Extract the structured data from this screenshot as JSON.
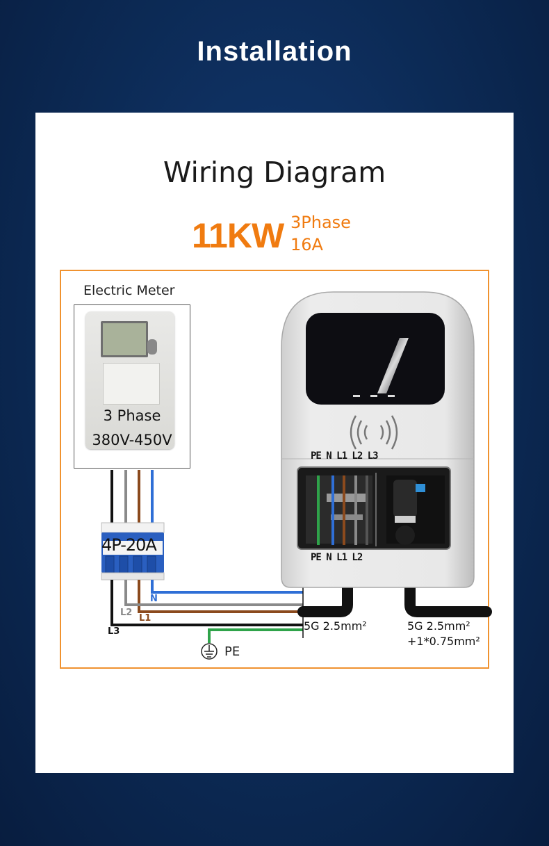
{
  "header": {
    "title": "Installation"
  },
  "diagram": {
    "title": "Wiring Diagram",
    "power": {
      "rating": "11KW",
      "phase": "3Phase",
      "current": "16A"
    },
    "meter": {
      "label": "Electric Meter",
      "phase": "3 Phase",
      "voltage": "380V-450V"
    },
    "breaker": {
      "label": "4P-20A"
    },
    "wires": {
      "n": "N",
      "l1": "L1",
      "l2": "L2",
      "l3": "L3",
      "pe": "PE"
    },
    "charger": {
      "terminals_top": "PE N L1 L2 L3",
      "terminals_bottom": "PE N L1 L2"
    },
    "cables": {
      "input": "5G 2.5mm²",
      "output_line1": "5G 2.5mm²",
      "output_line2": "+1*0.75mm²"
    },
    "colors": {
      "accent": "#f07b10",
      "frame": "#f0922f",
      "background": "#0c2a55",
      "wire_n": "#2f6fd6",
      "wire_l1": "#8b4a1d",
      "wire_l2": "#8a8a8a",
      "wire_l3": "#111111",
      "wire_pe": "#2fa34a"
    }
  }
}
